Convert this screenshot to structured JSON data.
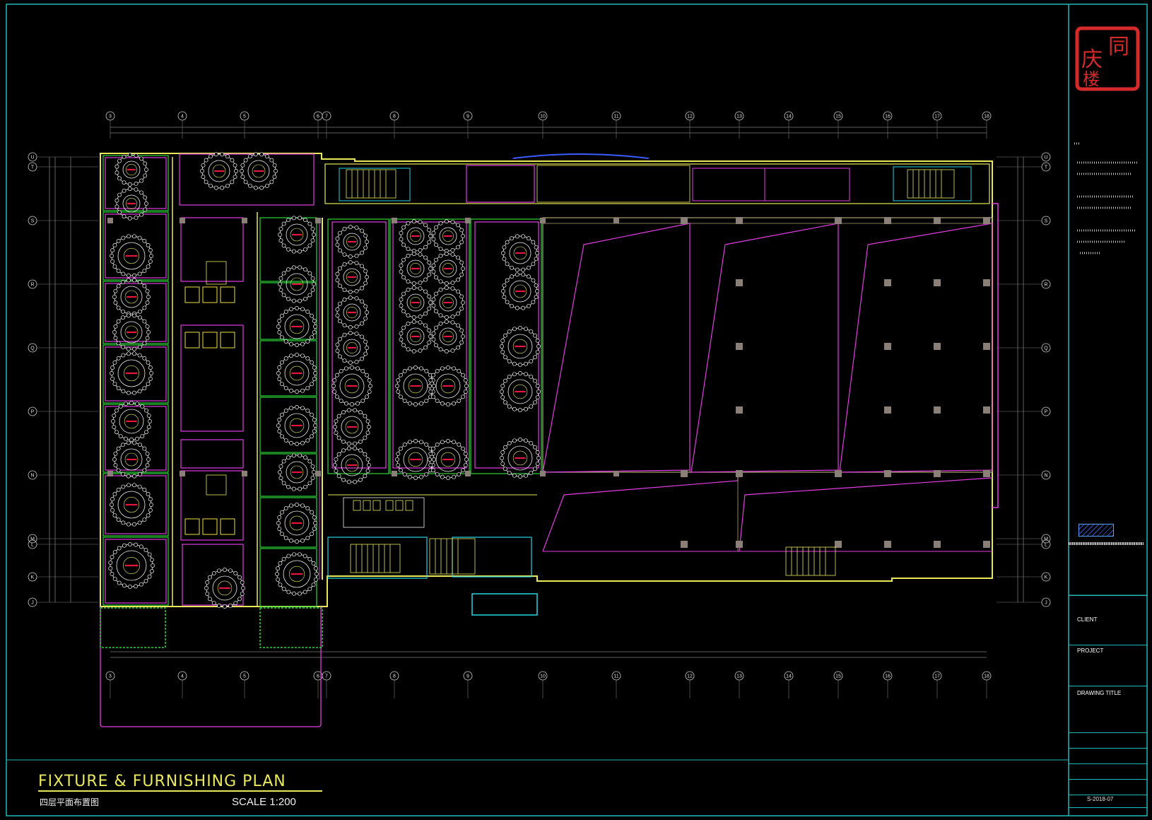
{
  "drawing": {
    "title": "FIXTURE & FURNISHING PLAN",
    "subtitle": "四层平面布置图",
    "scale": "SCALE 1:200"
  },
  "grid": {
    "columns": [
      "3",
      "4",
      "5",
      "6",
      "7",
      "8",
      "9",
      "10",
      "11",
      "12",
      "13",
      "14",
      "15",
      "16",
      "17",
      "18"
    ],
    "rows": [
      "U",
      "T",
      "S",
      "R",
      "Q",
      "P",
      "N",
      "M",
      "L",
      "K",
      "J"
    ]
  },
  "stamp": {
    "text": [
      "庆",
      "同",
      "楼"
    ],
    "color": "#d62a2a"
  },
  "title_block": {
    "client_label": "CLIENT",
    "project_label": "PROJECT",
    "drawing_title_label": "DRAWING TITLE",
    "drawing_no": "S-2018-07"
  },
  "colors": {
    "frame": "#1fb7b7",
    "wall_yellow": "#e8e85a",
    "furniture_white": "#f2f2f2",
    "partition_magenta": "#e23ce2",
    "glass_cyan": "#25d6e6",
    "planter_green": "#2bd63a",
    "table_red": "#e5163b",
    "column_grey": "#8a8078"
  }
}
